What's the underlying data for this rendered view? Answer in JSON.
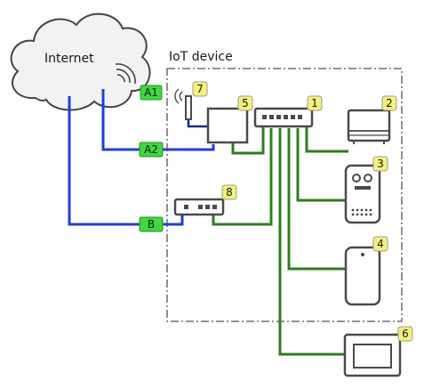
{
  "labels": {
    "internet": "Internet",
    "iot_device": "IoT device"
  },
  "connection_tags": [
    "A1",
    "A2",
    "B"
  ],
  "badges": [
    "1",
    "2",
    "3",
    "4",
    "5",
    "6",
    "7",
    "8"
  ],
  "colors": {
    "wan_line": "#1f3fd6",
    "lan_line": "#2e7d1f",
    "badge_fill": "#f5f07a",
    "tag_fill": "#3fd93f",
    "outline": "#444444",
    "device_stroke": "#4a4a4a",
    "box_dash": "#555555"
  }
}
